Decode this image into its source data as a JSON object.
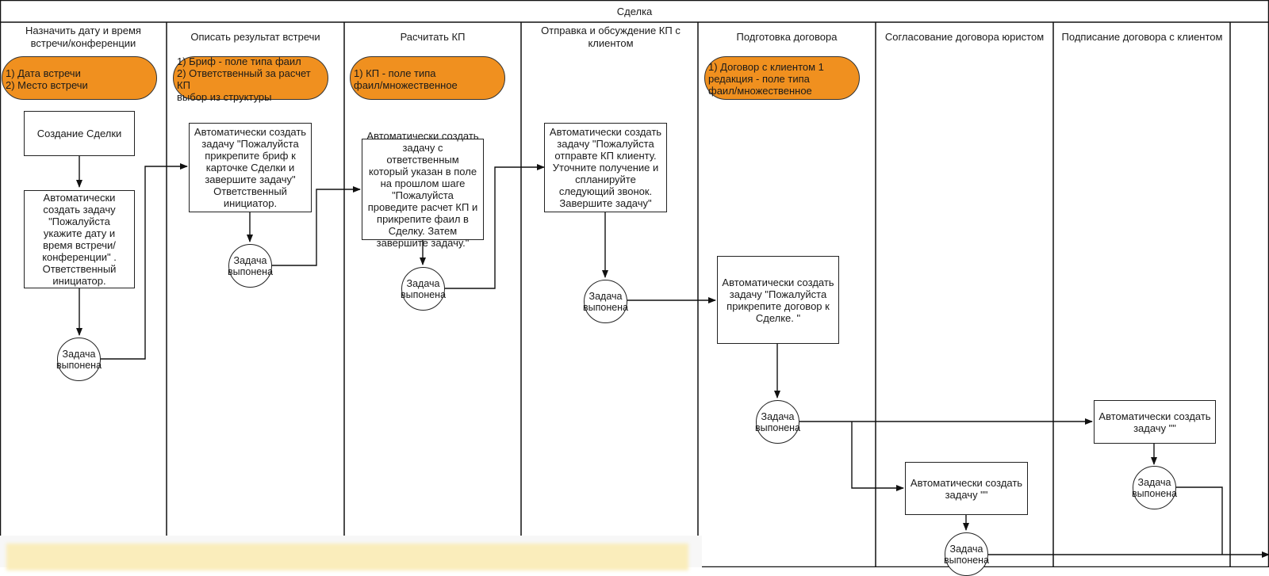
{
  "pool": {
    "title": "Сделка"
  },
  "lanes": [
    {
      "title": "Назначить дату и время встречи/конференции"
    },
    {
      "title": "Описать результат встречи"
    },
    {
      "title": "Расчитать КП"
    },
    {
      "title": "Отправка и обсуждение КП с клиентом"
    },
    {
      "title": "Подготовка договора"
    },
    {
      "title": "Согласование договора юристом"
    },
    {
      "title": "Подписание договора с клиентом"
    }
  ],
  "notes": [
    {
      "text": "1) Дата встречи\n2) Место встречи"
    },
    {
      "text": "1) Бриф - поле типа фаил\n2) Ответственный за расчет КП\n    выбор из структуры"
    },
    {
      "text": "1) КП - поле типа\nфаил/множественное"
    },
    {
      "text": "1) Договор с клиентом 1\nредакция - поле типа\nфаил/множественное"
    }
  ],
  "tasks": [
    {
      "text": "Создание Сделки"
    },
    {
      "text": "Автоматически создать задачу \"Пожалуйста укажите дату и время встречи/конференции\" . Ответственный инициатор."
    },
    {
      "text": "Автоматически создать задачу  \"Пожалуйста прикрепите бриф к карточке Сделки и завершите задачу\" Ответственный инициатор."
    },
    {
      "text": "Автоматически создать задачу с ответственным который указан в поле на прошлом шаге \"Пожалуйста проведите расчет КП и прикрепите фаил в Сделку. Затем завершите задачу.\""
    },
    {
      "text": "Автоматически создать задачу \"Пожалуйста отправте КП клиенту. Уточните получение и спланируйте следующий звонок. Завершите задачу\""
    },
    {
      "text": "Автоматически создать задачу \"Пожалуйста прикрепите договор к Сделке. \""
    },
    {
      "text": "Автоматически создать задачу \"\""
    },
    {
      "text": "Автоматически создать задачу \"\""
    }
  ],
  "done_label": "Задача выпонена"
}
